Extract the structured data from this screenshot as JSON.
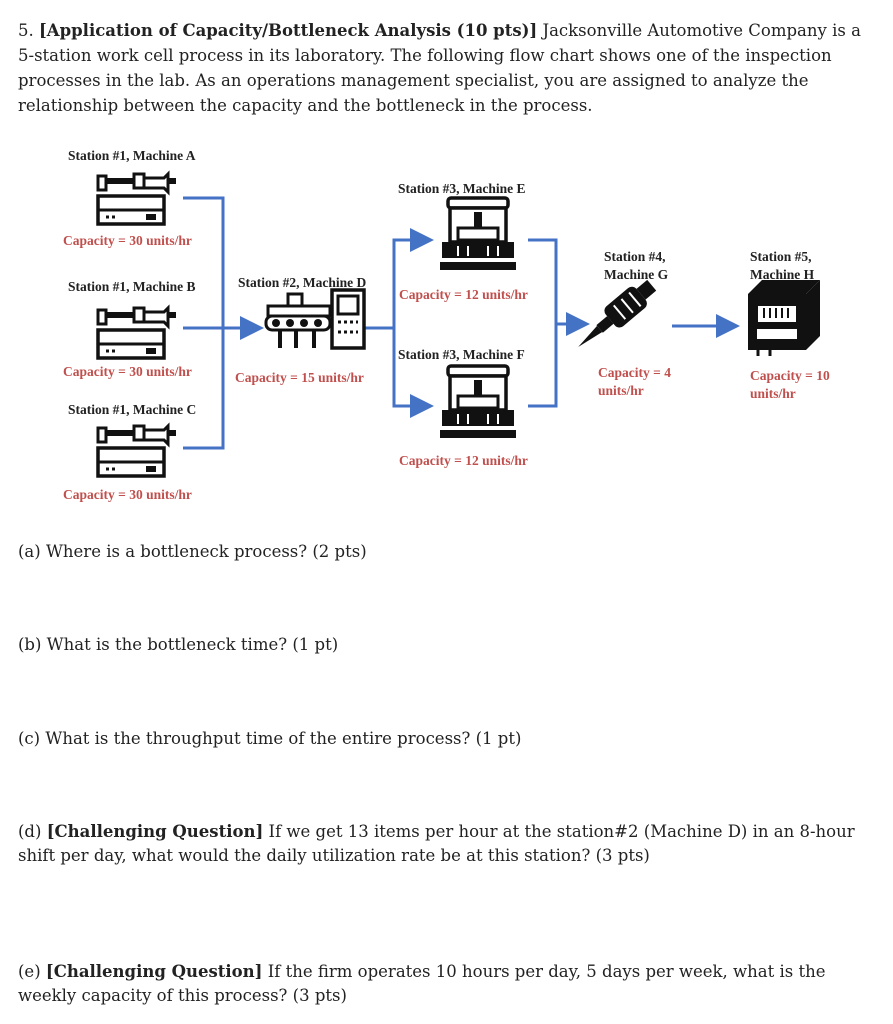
{
  "problem": {
    "number": "5.",
    "title": "[Application of Capacity/Bottleneck Analysis (10 pts)]",
    "description": "Jacksonville Automotive Company is a 5-station work cell process in its laboratory. The following flow chart shows one of the inspection processes in the lab. As an operations management specialist, you are assigned to analyze the relationship between the capacity and the bottleneck in the process."
  },
  "diagram": {
    "machines": [
      {
        "label": "Station #1, Machine A",
        "capacity": "Capacity = 30 units/hr",
        "icon": "lathe-icon"
      },
      {
        "label": "Station #1, Machine B",
        "capacity": "Capacity = 30 units/hr",
        "icon": "lathe-icon"
      },
      {
        "label": "Station #1, Machine C",
        "capacity": "Capacity = 30 units/hr",
        "icon": "lathe-icon"
      },
      {
        "label": "Station #2, Machine D",
        "capacity": "Capacity = 15 units/hr",
        "icon": "conveyor-icon"
      },
      {
        "label": "Station #3, Machine E",
        "capacity": "Capacity = 12 units/hr",
        "icon": "cnc-mill-icon"
      },
      {
        "label": "Station #3, Machine F",
        "capacity": "Capacity = 12 units/hr",
        "icon": "cnc-mill-icon"
      },
      {
        "label": "Station #4, Machine G",
        "capacity": "Capacity = 4 units/hr",
        "icon": "screwdriver-icon"
      },
      {
        "label": "Station #5, Machine H",
        "capacity": "Capacity = 10 units/hr",
        "icon": "3d-printer-icon"
      }
    ],
    "colors": {
      "arrow": "#4472c4",
      "capacity": "#c0504d",
      "label": "#222222"
    }
  },
  "questions": {
    "a": "(a) Where is a bottleneck process? (2 pts)",
    "b": "(b) What is the bottleneck time? (1 pt)",
    "c": "(c) What is the throughput time of the entire process? (1 pt)",
    "d_prefix": "(d)",
    "d_tag": "[Challenging Question]",
    "d_text": "If we get 13 items per hour at the station#2 (Machine D) in an 8-hour shift per day, what would the daily utilization rate be at this station? (3 pts)",
    "e_prefix": "(e)",
    "e_tag": "[Challenging Question]",
    "e_text": "If the firm operates 10 hours per day, 5 days per week, what is the weekly capacity of this process? (3 pts)"
  }
}
